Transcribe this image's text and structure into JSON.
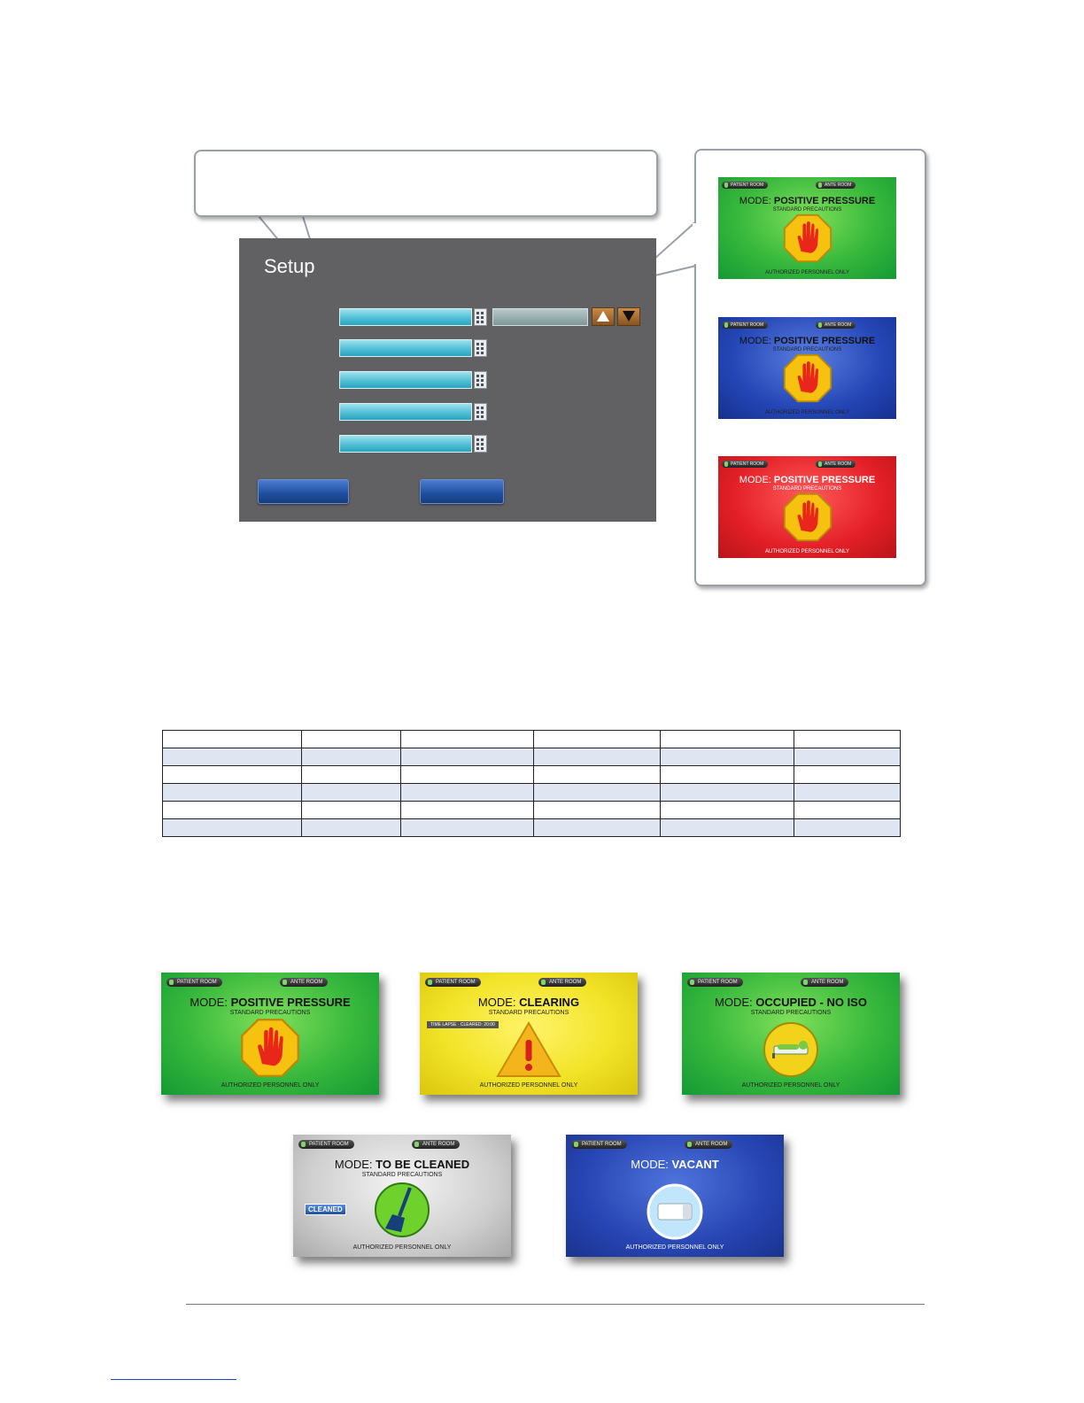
{
  "config_panel": {
    "title": "Setup",
    "fields": 5,
    "buttons": 2
  },
  "screens": {
    "common": {
      "patient_room_tag": "PATIENT ROOM",
      "ante_room_tag": "ANTE ROOM",
      "mode_prefix": "MODE:",
      "precautions": "STANDARD PRECAUTIONS",
      "authorized": "AUTHORIZED PERSONNEL ONLY"
    },
    "positive_pressure": {
      "mode_name": "POSITIVE PRESSURE"
    },
    "clearing": {
      "mode_name": "CLEARING",
      "time_lapse": "TIME LAPSE · CLEARED: 20:00"
    },
    "occupied": {
      "mode_name": "OCCUPIED - NO ISO"
    },
    "to_be_cleaned": {
      "mode_name": "TO BE CLEANED",
      "cleaned_button": "CLEANED"
    },
    "vacant": {
      "mode_name": "VACANT"
    }
  },
  "colors": {
    "panel_bg": "#616163",
    "field_cyan": "#52bfd6",
    "arrow_brown": "#a96b30",
    "button_blue": "#1f4e9e",
    "green": "#38b83c",
    "blue": "#2446b6",
    "red": "#e31f26",
    "yellow": "#f2e428",
    "gray": "#cfcfcf"
  }
}
